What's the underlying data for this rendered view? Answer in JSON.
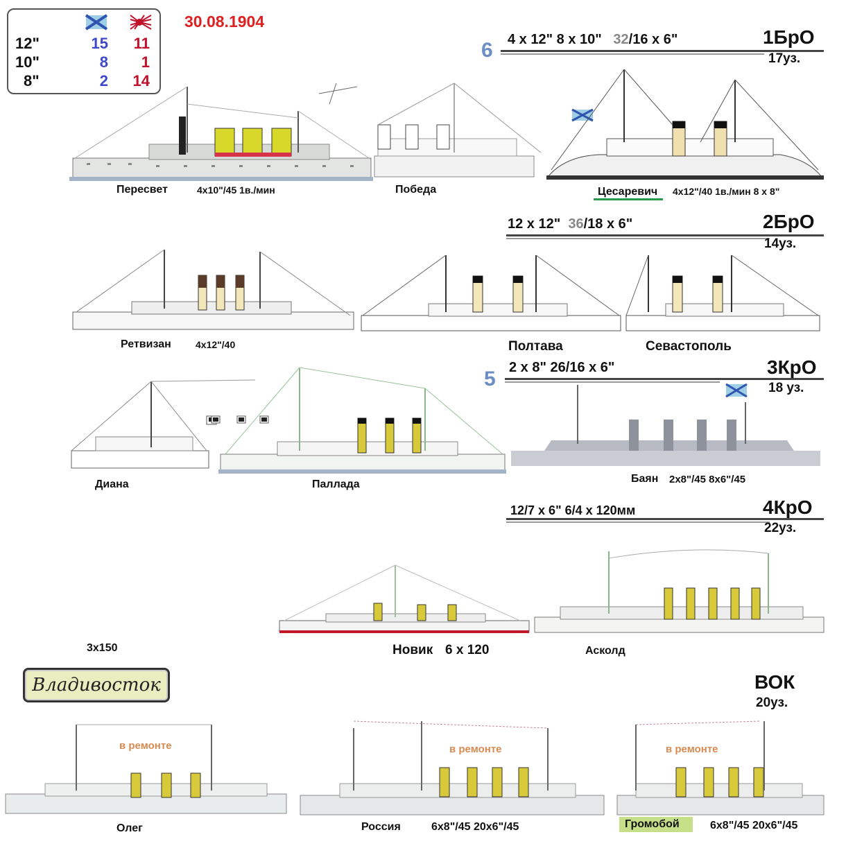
{
  "legend": {
    "rows": [
      {
        "caliber": "12\"",
        "russia": "15",
        "japan": "11"
      },
      {
        "caliber": "10\"",
        "russia": "8",
        "japan": "1"
      },
      {
        "caliber": "8\"",
        "russia": "2",
        "japan": "14"
      }
    ],
    "icons": [
      "russian-naval-ensign-icon",
      "japanese-naval-ensign-icon"
    ]
  },
  "date": "30.08.1904",
  "groups": {
    "g1": {
      "num": "6",
      "spec_a": "4 х 12\"  8 х 10\"",
      "spec_gray": "32",
      "spec_b": "/16 х 6\"",
      "label": "1БрО",
      "speed": "17уз."
    },
    "g2": {
      "spec_a": "12 х 12\"",
      "spec_gray": "36",
      "spec_b": "/18 х 6\"",
      "label": "2БрО",
      "speed": "14уз."
    },
    "g3": {
      "num": "5",
      "spec": "2 х 8\"  26/16 х 6\"",
      "label": "3КрО",
      "speed": "18 уз."
    },
    "g4": {
      "spec_a": "12",
      "spec_b": "/7 х 6\"       6/4 х 120мм",
      "label": "4КрО",
      "speed": "22уз."
    },
    "vok": {
      "label": "ВОК",
      "speed": "20уз."
    }
  },
  "ships": {
    "peresvet": {
      "name": "Пересвет",
      "guns": "4x10\"/45  1в./мин"
    },
    "pobeda": {
      "name": "Победа"
    },
    "tsesarevich": {
      "name": "Цесаревич",
      "guns": "4x12\"/40   1в./мин    8 x 8\""
    },
    "retvizan": {
      "name": "Ретвизан",
      "guns": "4x12\"/40"
    },
    "poltava": {
      "name": "Полтава"
    },
    "sevastopol": {
      "name": "Севастополь"
    },
    "diana": {
      "name": "Диана"
    },
    "pallada": {
      "name": "Паллада"
    },
    "bayan": {
      "name": "Баян",
      "guns": "2x8\"/45   8x6\"/45"
    },
    "novik": {
      "name": "Новик",
      "guns": "6 x 120"
    },
    "askold": {
      "name": "Асколд"
    },
    "extra_note": "3x150",
    "oleg": {
      "name": "Олег",
      "status": "в ремонте"
    },
    "rossiya": {
      "name": "Россия",
      "guns": "6x8\"/45    20x6\"/45",
      "status": "в ремонте"
    },
    "gromoboi": {
      "name": "Громобой",
      "guns": "6x8\"/45    20x6\"/45",
      "status": "в ремонте"
    }
  },
  "vladivostok": "Владивосток",
  "colors": {
    "russia": "#3f48cc",
    "japan": "#c0102a",
    "date": "#e02020",
    "repair": "#d98a50",
    "funnel_yellow": "#d8c93a",
    "funnel_brown": "#5a3a28"
  }
}
